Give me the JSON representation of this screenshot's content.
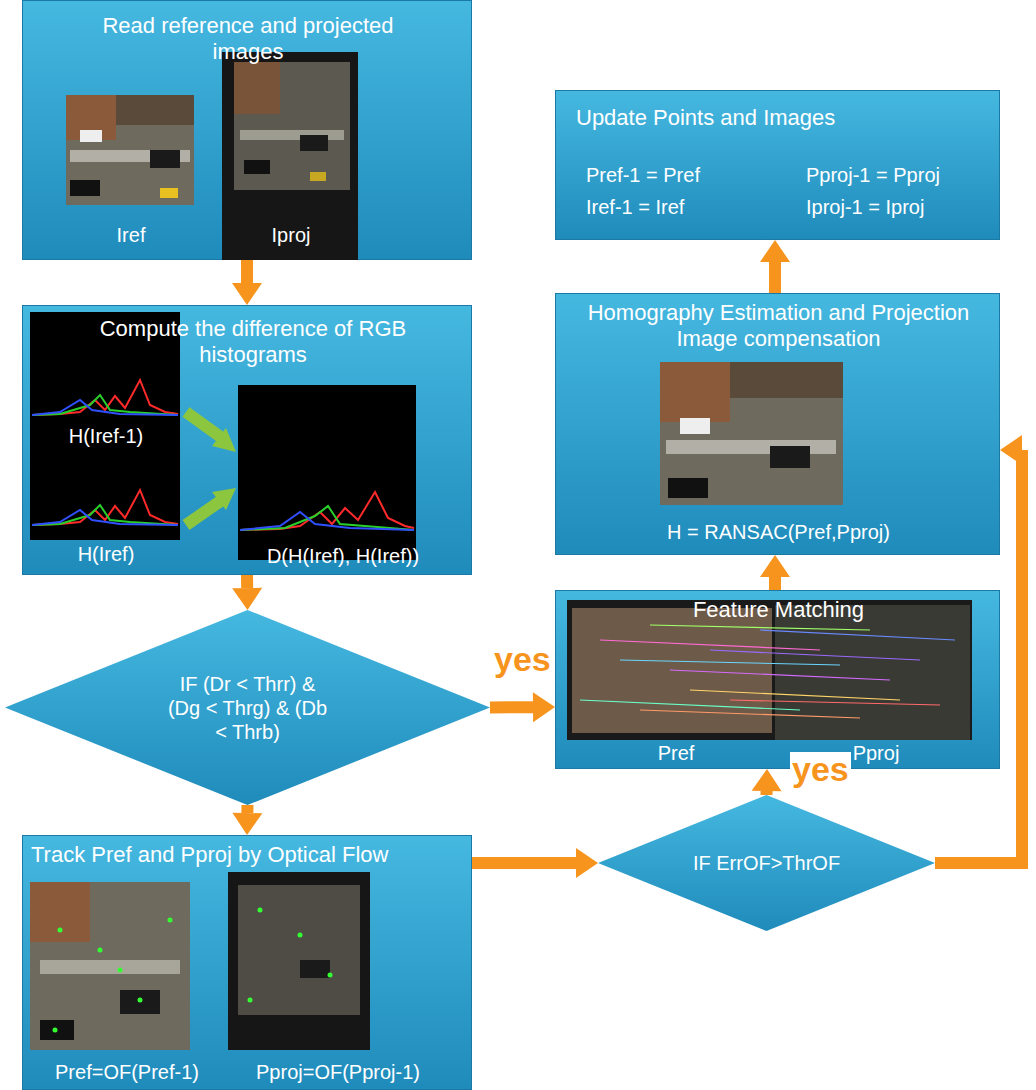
{
  "diagram": {
    "nodes": [
      {
        "text": [
          "Read reference and projected images",
          "Iref",
          "Iproj"
        ]
      },
      {
        "text": [
          "Compute the difference of RGB histograms",
          "H(Iref-1)",
          "H(Iref)",
          "D(H(Iref), H(Iref))"
        ]
      },
      {
        "text": [
          "IF (Dr < Thrr) & (Dg < Thrg) & (Db < Thrb)"
        ]
      },
      {
        "text": [
          "Track Pref and Pproj by Optical Flow",
          "Pref=OF(Pref-1)",
          "Pproj=OF(Pproj-1)"
        ]
      },
      {
        "text": [
          "IF ErrOF>ThrOF"
        ]
      },
      {
        "text": [
          "Feature Matching",
          "Pref",
          "Pproj"
        ]
      },
      {
        "text": [
          "Homography Estimation and Projection Image compensation",
          "H = RANSAC(Pref,Pproj)"
        ]
      },
      {
        "text": [
          "Update Points and Images",
          "Pref-1 = Pref",
          "Pproj-1 = Pproj",
          "Iref-1 = Iref",
          "Iproj-1 = Iproj"
        ]
      }
    ],
    "edges": [
      {
        "from": 0,
        "to": 1,
        "arrow": "to"
      },
      {
        "from": 1,
        "to": 2,
        "arrow": "to"
      },
      {
        "from": 2,
        "to": 3,
        "arrow": "to"
      },
      {
        "from": 2,
        "to": 5,
        "label": "yes",
        "arrow": "to"
      },
      {
        "from": 3,
        "to": 4,
        "arrow": "to"
      },
      {
        "from": 4,
        "to": 5,
        "label": "yes",
        "arrow": "to"
      },
      {
        "from": 4,
        "to": 6,
        "arrow": "to"
      },
      {
        "from": 5,
        "to": 6,
        "arrow": "to"
      },
      {
        "from": 6,
        "to": 7,
        "arrow": "to"
      }
    ]
  }
}
